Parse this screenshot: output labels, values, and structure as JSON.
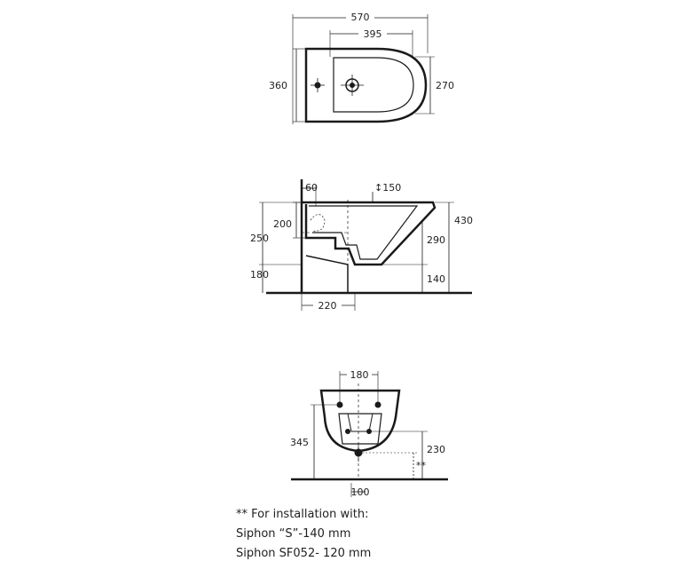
{
  "top_view": {
    "dims": {
      "length": "570",
      "inner_length": "395",
      "width": "360",
      "inner_width": "270"
    }
  },
  "side_view": {
    "dims": {
      "wall_gap": "60",
      "tap_height": "↕150",
      "bowl_depth": "200",
      "rim_height": "430",
      "body_height": "250",
      "outlet_height": "290",
      "bottom_height": "180",
      "outlet_bottom": "140",
      "base_depth": "220"
    }
  },
  "front_view": {
    "dims": {
      "bolt_spacing": "180",
      "height": "345",
      "outlet_height": "230",
      "siphon_mark": "**",
      "outlet_spacing": "100"
    }
  },
  "note": {
    "line1": "**  For installation with:",
    "line2": "Siphon “S”-140 mm",
    "line3": "Siphon SF052- 120 mm"
  }
}
